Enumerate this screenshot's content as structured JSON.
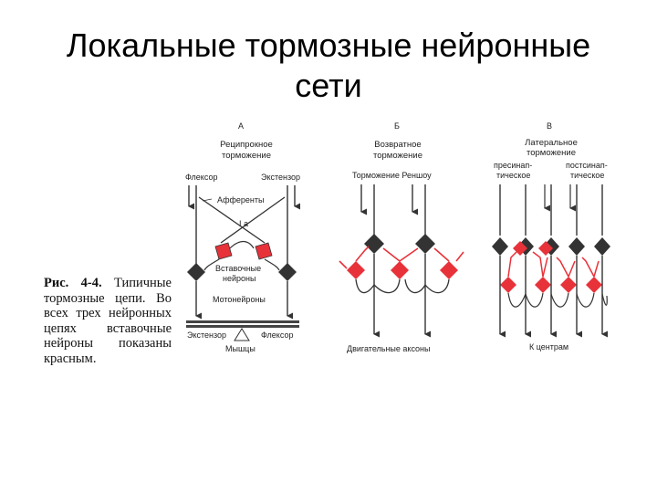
{
  "slide": {
    "title_line1": "Локальные тормозные нейронные",
    "title_line2": "сети"
  },
  "caption": {
    "fig_label": "Рис.  4-4.",
    "text": " Типичные тормозные цепи. Во всех трех нейронных цепях вставочные нейроны показаны красным."
  },
  "panel_a": {
    "letter": "А",
    "title_line1": "Реципрокное",
    "title_line2": "торможение",
    "flexor_top": "Флексор",
    "extensor_top": "Экстензор",
    "afferents": "Афференты",
    "ia": "I а",
    "interneurons_line1": "Вставочные",
    "interneurons_line2": "нейроны",
    "motoneurons": "Мотонейроны",
    "extensor_bottom": "Экстензор",
    "flexor_bottom": "Флексор",
    "muscles": "Мышцы"
  },
  "panel_b": {
    "letter": "Б",
    "title_line1": "Возвратное",
    "title_line2": "торможение",
    "renshaw": "Торможение Реншоу",
    "motor_axons": "Двигательные аксоны"
  },
  "panel_c": {
    "letter": "В",
    "title_line1": "Латеральное",
    "title_line2": "торможение",
    "pre_line1": "пресинап-",
    "pre_line2": "тическое",
    "post_line1": "постсинап-",
    "post_line2": "тическое",
    "to_centers": "К центрам"
  },
  "colors": {
    "interneuron": "#e8323a",
    "neuron": "#333333",
    "line": "#333333"
  }
}
